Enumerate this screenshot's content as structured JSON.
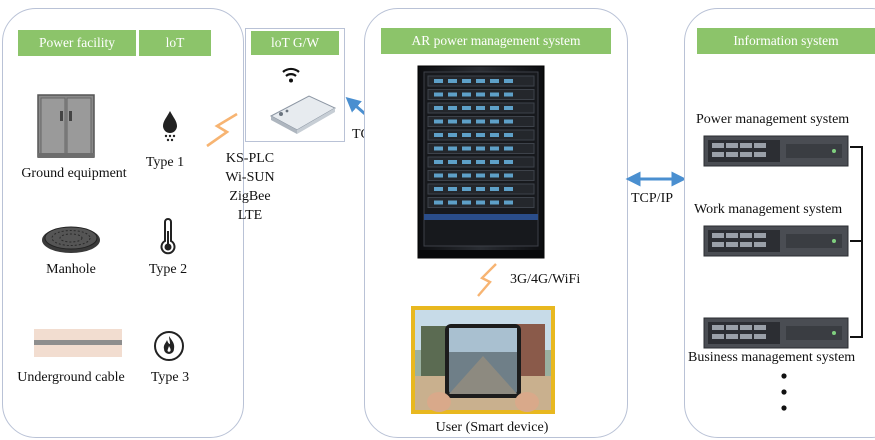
{
  "left_panel": {
    "header_facility": "Power facility",
    "header_iot": "loT",
    "facilities": [
      "Ground equipment",
      "Manhole",
      "Underground cable"
    ],
    "types": [
      "Type 1",
      "Type 2",
      "Type 3"
    ]
  },
  "gateway": {
    "header": "loT G/W",
    "protocols": [
      "KS-PLC",
      "Wi-SUN",
      "ZigBee",
      "LTE"
    ]
  },
  "links": {
    "tcpip_left": "TCP/IP",
    "tcpip_right": "TCP/IP",
    "wireless": "3G/4G/WiFi"
  },
  "ar_panel": {
    "header": "AR power management system",
    "user_label": "User (Smart device)"
  },
  "info_panel": {
    "header": "Information system",
    "systems": [
      "Power management system",
      "Work management system",
      "Business management system"
    ]
  },
  "colors": {
    "header_green": "#8cc46a",
    "panel_border": "#b9c2d6",
    "arrow_blue": "#4a8fd0",
    "bolt_orange": "#f7b472",
    "device_frame": "#e8b820"
  }
}
